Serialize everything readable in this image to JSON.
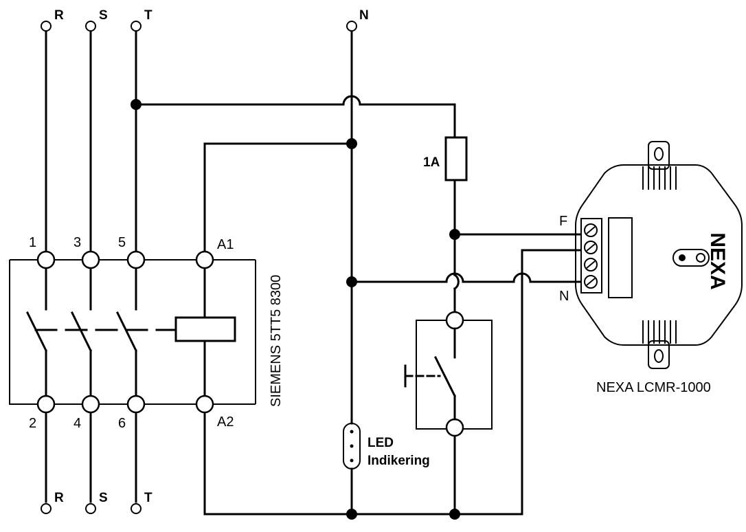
{
  "supply_top": {
    "r": "R",
    "s": "S",
    "t": "T",
    "n": "N"
  },
  "supply_bottom": {
    "r": "R",
    "s": "S",
    "t": "T"
  },
  "contactor": {
    "model": "SIEMENS 5TT5 8300",
    "terminals_top": [
      "1",
      "3",
      "5"
    ],
    "terminals_bottom": [
      "2",
      "4",
      "6"
    ],
    "coil_top": "A1",
    "coil_bottom": "A2"
  },
  "fuse_label": "1A",
  "led": {
    "line1": "LED",
    "line2": "Indikering"
  },
  "nexa": {
    "brand": "NEXA",
    "caption": "NEXA LCMR-1000",
    "terminal_f": "F",
    "terminal_n": "N"
  }
}
